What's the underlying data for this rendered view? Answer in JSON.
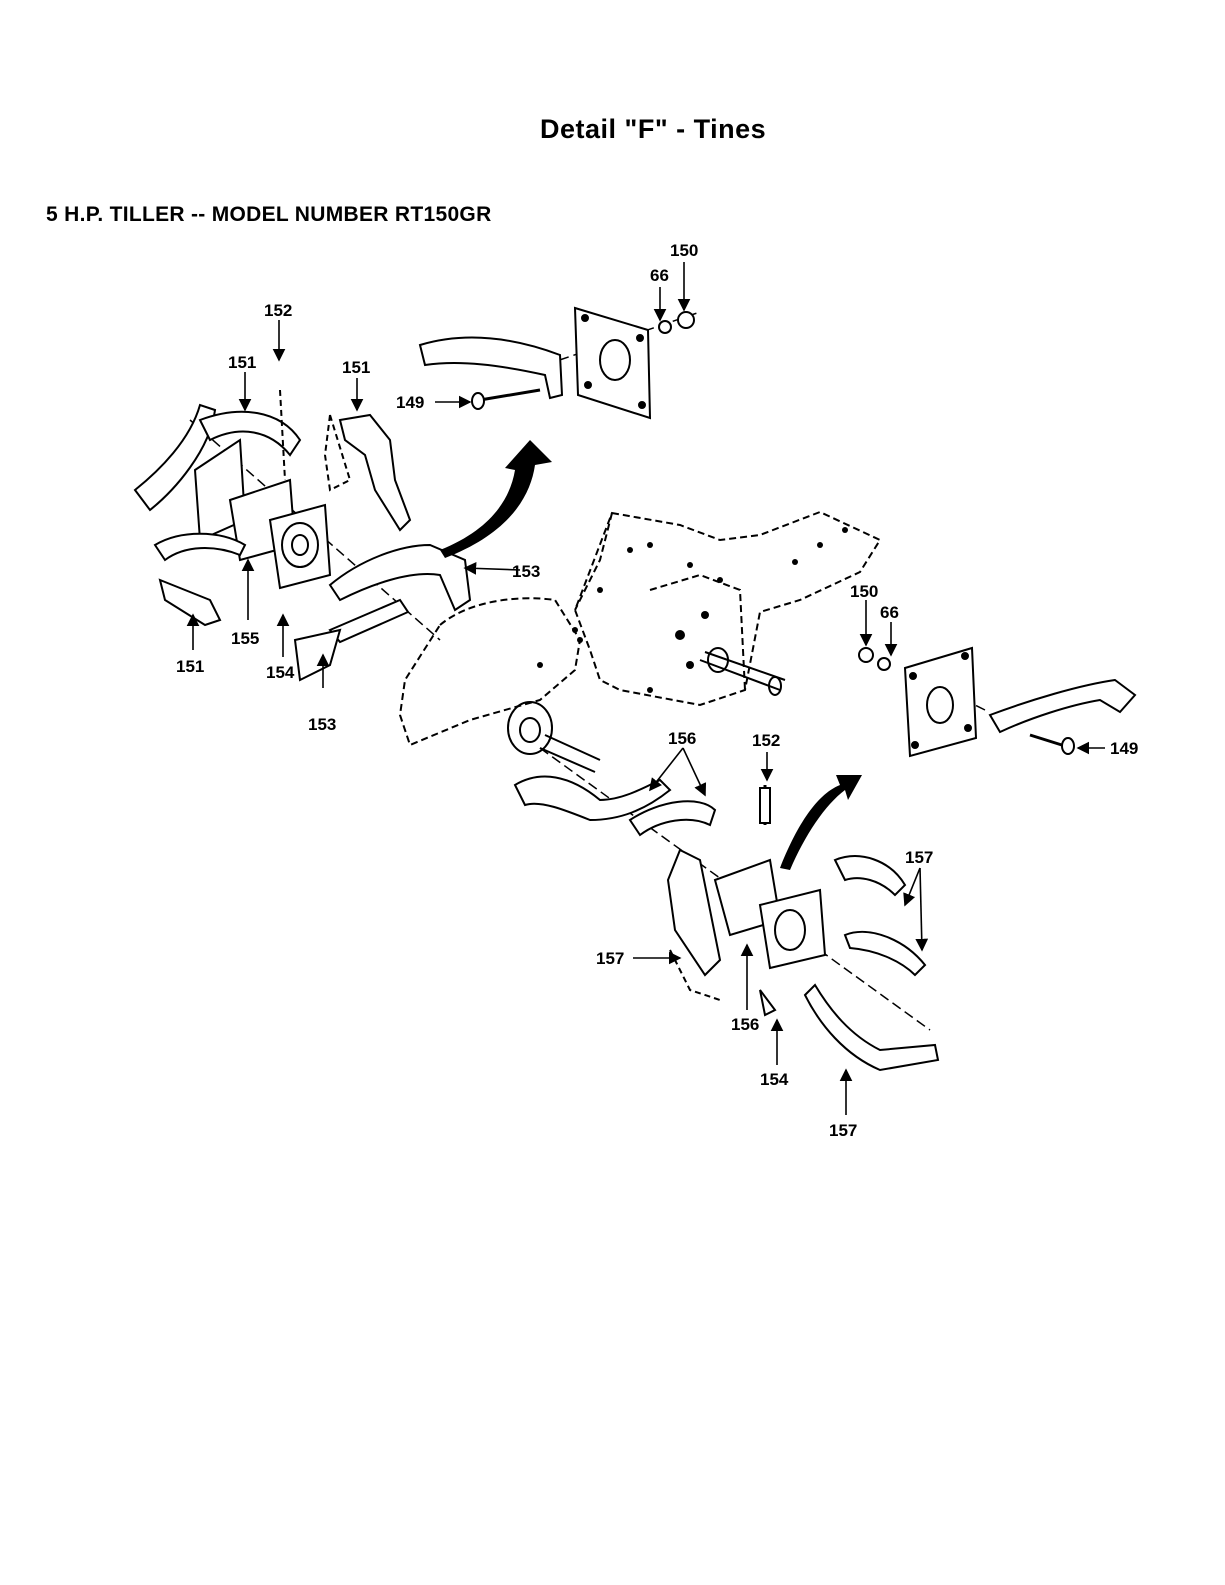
{
  "header": {
    "title": "Detail \"F\" - Tines",
    "subtitle": "5 H.P. TILLER -- MODEL NUMBER RT150GR"
  },
  "callouts": [
    {
      "id": "c150a",
      "text": "150"
    },
    {
      "id": "c66a",
      "text": "66"
    },
    {
      "id": "c152a",
      "text": "152"
    },
    {
      "id": "c151a",
      "text": "151"
    },
    {
      "id": "c151b",
      "text": "151"
    },
    {
      "id": "c149a",
      "text": "149"
    },
    {
      "id": "c153a",
      "text": "153"
    },
    {
      "id": "c155",
      "text": "155"
    },
    {
      "id": "c151c",
      "text": "151"
    },
    {
      "id": "c154a",
      "text": "154"
    },
    {
      "id": "c153b",
      "text": "153"
    },
    {
      "id": "c150b",
      "text": "150"
    },
    {
      "id": "c66b",
      "text": "66"
    },
    {
      "id": "c149b",
      "text": "149"
    },
    {
      "id": "c156a",
      "text": "156"
    },
    {
      "id": "c152b",
      "text": "152"
    },
    {
      "id": "c157a",
      "text": "157"
    },
    {
      "id": "c157b",
      "text": "157"
    },
    {
      "id": "c156b",
      "text": "156"
    },
    {
      "id": "c154b",
      "text": "154"
    },
    {
      "id": "c157c",
      "text": "157"
    }
  ]
}
